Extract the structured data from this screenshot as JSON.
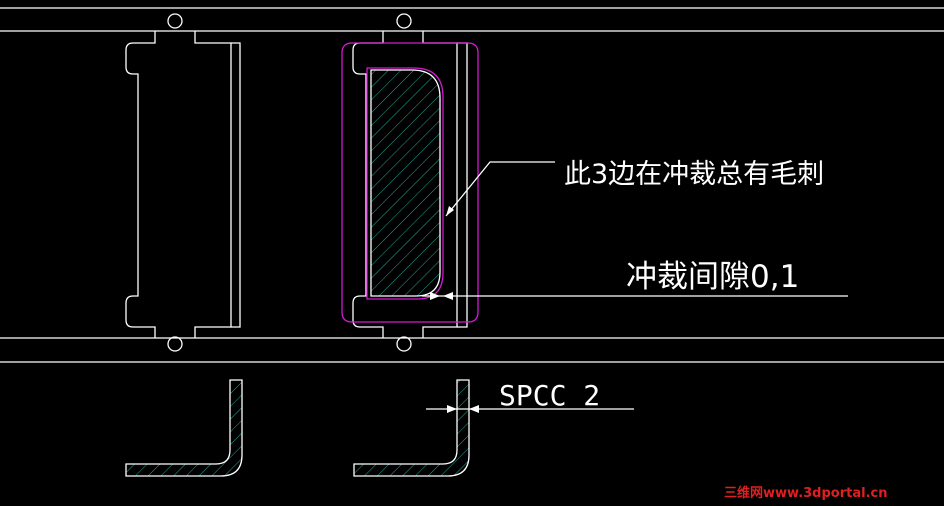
{
  "annotations": {
    "burr_note": "此3边在冲裁总有毛刺",
    "clearance_note": "冲裁间隙0,1",
    "material_note": "SPCC 2"
  },
  "watermark": "三维网www.3dportal.cn",
  "colors": {
    "background": "#000000",
    "geometry": "#ffffff",
    "punch_outline": "#d41ad4",
    "hatch": "#2fd0c0",
    "watermark": "#e02020"
  }
}
